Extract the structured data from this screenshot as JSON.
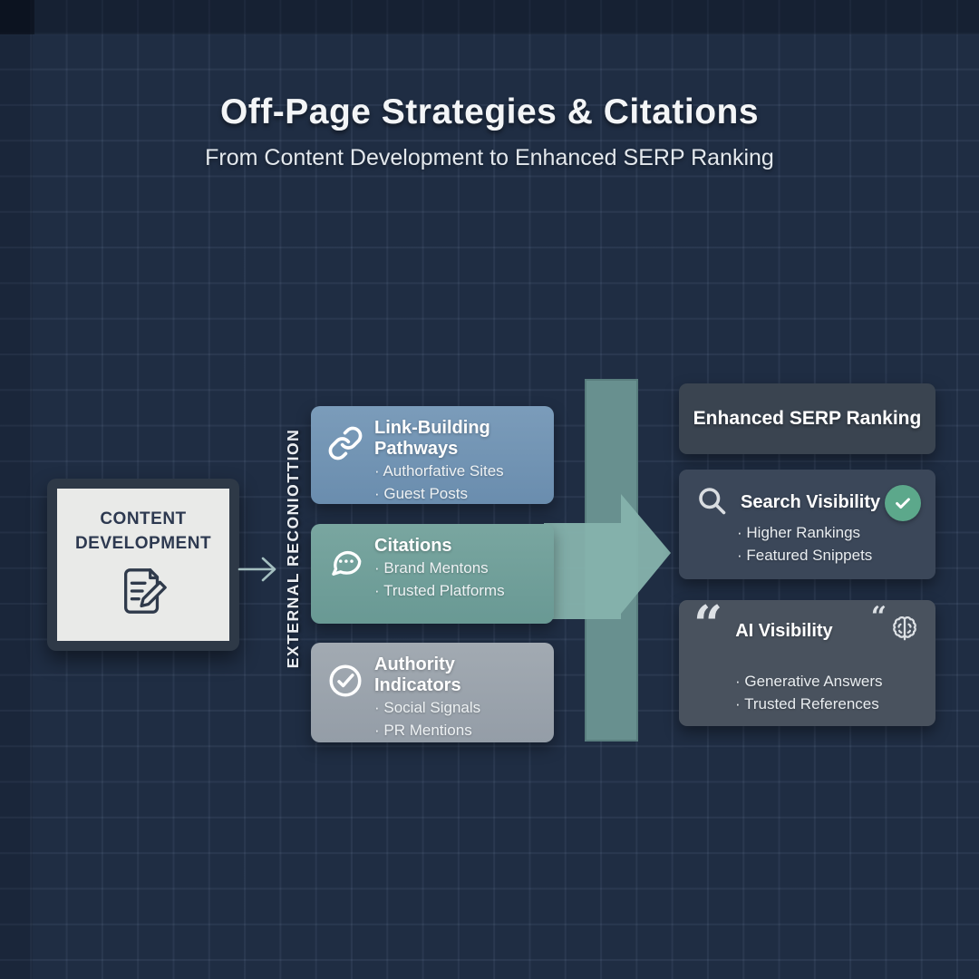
{
  "header": {
    "title": "Off-Page Strategies & Citations",
    "subtitle": "From Content Development to Enhanced SERP Ranking"
  },
  "source_node": {
    "label": "CONTENT DEVELOPMENT"
  },
  "connector_label": "EXTERNAL RECONIOTTION",
  "strategies": [
    {
      "icon": "link-icon",
      "title": "Link-Building Pathways",
      "bullets": [
        "· Authorfative Sites",
        "· Guest Posts"
      ],
      "color": "#6e91b1"
    },
    {
      "icon": "chat-bubble-icon",
      "title": "Citations",
      "bullets": [
        "· Brand Mentons",
        "· Trusted Platforms"
      ],
      "color": "#6f9e9a"
    },
    {
      "icon": "check-circle-icon",
      "title": "Authority Indicators",
      "bullets": [
        "· Social Signals",
        "· PR Mentions"
      ],
      "color": "#9aa3ac"
    }
  ],
  "outcome_heading": "Enhanced SERP Ranking",
  "outcomes": [
    {
      "icon": "magnifier-icon",
      "title": "Search Visibility",
      "badge": "check",
      "bullets": [
        "· Higher Rankings",
        "· Featured Snippets"
      ]
    },
    {
      "icon": "quote-icon",
      "title": "AI Visibility",
      "corner_icons": [
        "quote-icon",
        "brain-icon"
      ],
      "bullets": [
        "· Generative Answers",
        "· Trusted References"
      ]
    }
  ],
  "glyphs": {
    "quote": "“"
  },
  "colors": {
    "background": "#1f2d43",
    "grid_line": "#33415c",
    "arrow": "#85b2ac",
    "vertical_bar": "#68908f",
    "card_blue": "#6e91b1",
    "card_teal": "#6f9e9a",
    "card_gray": "#9aa3ac",
    "panel_dark": "#3a4450",
    "panel_slate": "#3b4759",
    "panel_gray": "#49525e",
    "badge_green": "#5ca88b",
    "source_fill": "#e9eae8",
    "source_border": "#2e3947"
  }
}
